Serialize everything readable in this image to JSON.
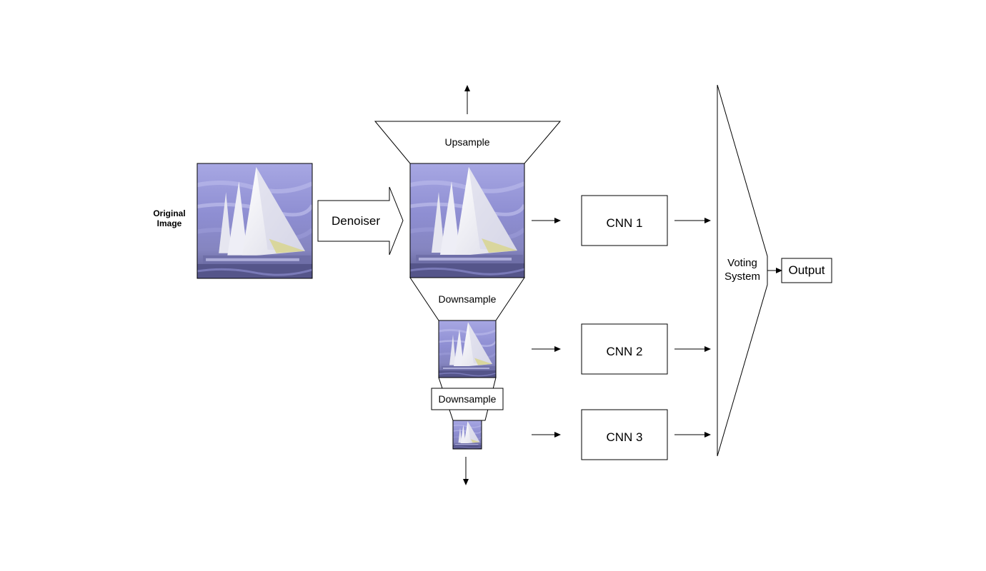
{
  "labels": {
    "original_image": [
      "Original",
      "Image"
    ],
    "denoiser": "Denoiser",
    "upsample": "Upsample",
    "downsample_1": "Downsample",
    "downsample_2": "Downsample",
    "cnn_1": "CNN 1",
    "cnn_2": "CNN 2",
    "cnn_3": "CNN 3",
    "voting_system": [
      "Voting",
      "System"
    ],
    "output": "Output"
  },
  "images": {
    "original": "sailboat-image",
    "denoised_full": "sailboat-image",
    "downsampled_1": "sailboat-image",
    "downsampled_2": "sailboat-image"
  },
  "colors": {
    "stroke": "#000000",
    "fill": "#ffffff",
    "sky": "#8f8fd6",
    "sail": "#f2f2f2",
    "water": "#5f5f9a"
  }
}
